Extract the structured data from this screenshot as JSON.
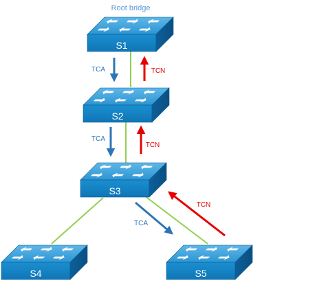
{
  "root_label": "Root bridge",
  "switches": {
    "s1": "S1",
    "s2": "S2",
    "s3": "S3",
    "s4": "S4",
    "s5": "S5"
  },
  "messages": {
    "s1_s2_down": "TCA",
    "s1_s2_up": "TCN",
    "s2_s3_down": "TCA",
    "s2_s3_up": "TCN",
    "s3_s5_down": "TCA",
    "s3_s5_up": "TCN"
  },
  "colors": {
    "tca": "#2e75b6",
    "tcn": "#e60000",
    "link": "#92d050",
    "root_label": "#5b9bd5"
  }
}
